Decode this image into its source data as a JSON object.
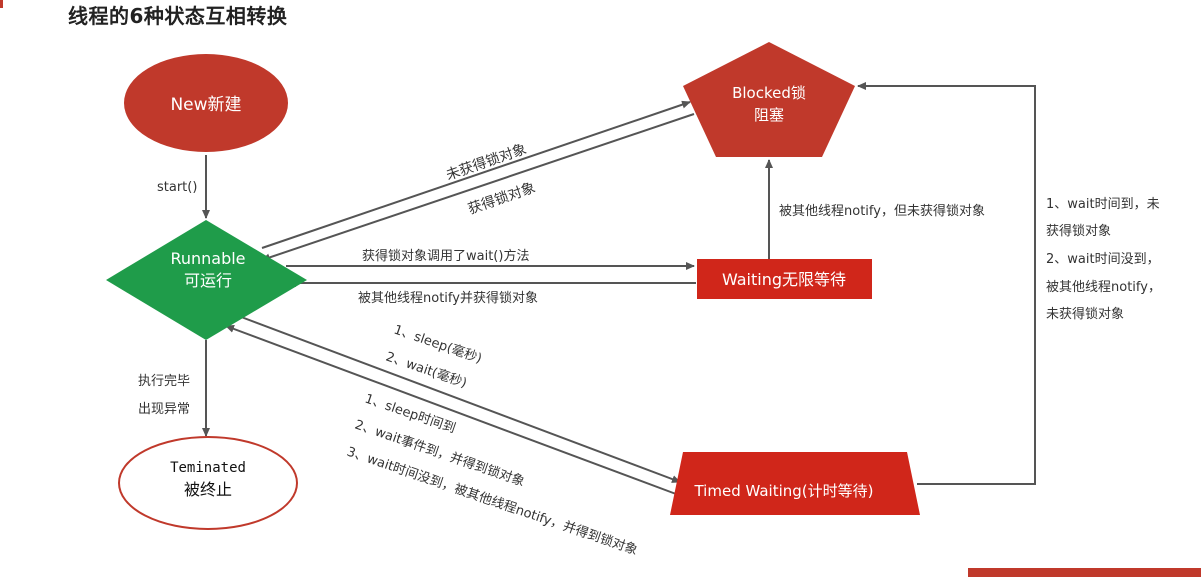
{
  "title": "线程的6种状态互相转换",
  "colors": {
    "state_dark_red": "#c0392b",
    "state_red": "#d0261a",
    "runnable_green": "#1f9c4a",
    "arrow": "#555555",
    "label": "#333333"
  },
  "nodes": {
    "new": "New新建",
    "runnable": [
      "Runnable",
      "可运行"
    ],
    "blocked": [
      "Blocked锁",
      "阻塞"
    ],
    "waiting": "Waiting无限等待",
    "timed_waiting": "Timed Waiting(计时等待)",
    "terminated": [
      "Teminated",
      "被终止"
    ]
  },
  "edges": {
    "start": "start()",
    "not_get_lock": "未获得锁对象",
    "get_lock": "获得锁对象",
    "wait_call": "获得锁对象调用了wait()方法",
    "notify_get_lock": "被其他线程notify并获得锁对象",
    "notify_no_lock": "被其他线程notify，但未获得锁对象",
    "finish": [
      "执行完毕",
      "出现异常"
    ],
    "to_timed": [
      "1、sleep(毫秒)",
      "2、wait(毫秒)"
    ],
    "from_timed": [
      "1、sleep时间到",
      "2、wait事件到，并得到锁对象",
      "3、wait时间没到，被其他线程notify，并得到锁对象"
    ],
    "timed_to_blocked": [
      "1、wait时间到，未",
      "获得锁对象",
      "2、wait时间没到，",
      "被其他线程notify，",
      "未获得锁对象"
    ]
  }
}
